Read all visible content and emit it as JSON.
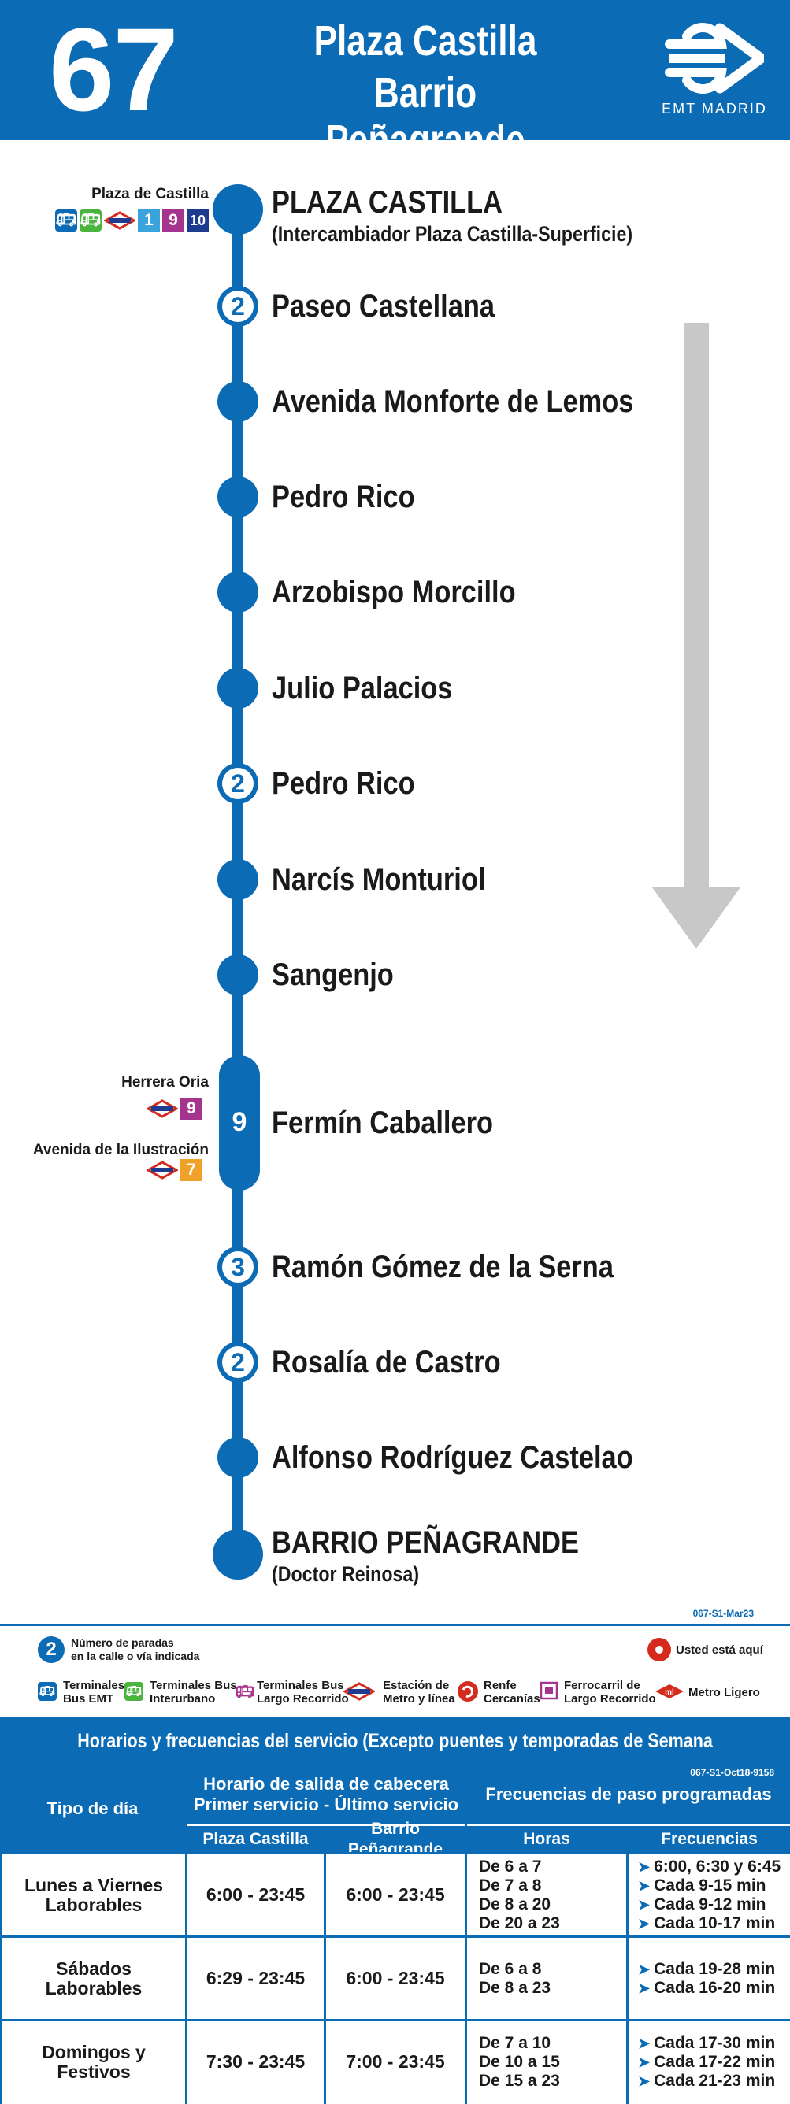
{
  "header": {
    "line_number": "67",
    "destination_1": "Plaza Castilla",
    "destination_2": "Barrio Peñagrande",
    "operator": "EMT MADRID"
  },
  "stops": [
    {
      "name": "PLAZA CASTILLA",
      "sub": "(Intercambiador Plaza Castilla-Superficie)"
    },
    {
      "name": "Paseo Castellana",
      "count": "2"
    },
    {
      "name": "Avenida Monforte de Lemos"
    },
    {
      "name": "Pedro Rico"
    },
    {
      "name": "Arzobispo Morcillo"
    },
    {
      "name": "Julio Palacios"
    },
    {
      "name": "Pedro Rico",
      "count": "2"
    },
    {
      "name": "Narcís Monturiol"
    },
    {
      "name": "Sangenjo"
    },
    {
      "name": "Fermín Caballero",
      "count": "9"
    },
    {
      "name": "Ramón Gómez de la Serna",
      "count": "3"
    },
    {
      "name": "Rosalía de Castro",
      "count": "2"
    },
    {
      "name": "Alfonso Rodríguez Castelao"
    },
    {
      "name": "BARRIO PEÑAGRANDE",
      "sub": "(Doctor Reinosa)"
    }
  ],
  "connections": {
    "plaza_castilla": {
      "label": "Plaza de Castilla",
      "lines": [
        "1",
        "9",
        "10"
      ]
    },
    "herrera_oria": {
      "label": "Herrera Oria",
      "lines": [
        "9"
      ]
    },
    "ilustracion": {
      "label": "Avenida de la Ilustración",
      "lines": [
        "7"
      ]
    }
  },
  "legend": {
    "ref": "067-S1-Mar23",
    "count_badge": "2",
    "count_text_1": "Número de paradas",
    "count_text_2": "en la calle o vía indicada",
    "you_are_here": "Usted está aquí",
    "items": [
      {
        "l1": "Terminales",
        "l2": "Bus EMT"
      },
      {
        "l1": "Terminales Bus",
        "l2": "Interurbano"
      },
      {
        "l1": "Terminales Bus",
        "l2": "Largo Recorrido"
      },
      {
        "l1": "Estación de",
        "l2": "Metro y línea"
      },
      {
        "l1": "Renfe",
        "l2": "Cercanías"
      },
      {
        "l1": "Ferrocarril de",
        "l2": "Largo Recorrido"
      },
      {
        "l1": "Metro Ligero",
        "l2": ""
      }
    ]
  },
  "timetable": {
    "title": "Horarios y frecuencias del servicio (Excepto puentes y temporadas de Semana Santa y Verano)",
    "ref": "067-S1-Oct18-9158",
    "col_day": "Tipo de día",
    "col_first_last_1": "Horario de salida de cabecera",
    "col_first_last_2": "Primer servicio - Último servicio",
    "col_origin": "Plaza Castilla",
    "col_dest": "Barrio Peñagrande",
    "col_freq": "Frecuencias de paso programadas",
    "col_hours": "Horas",
    "col_frequencies": "Frecuencias",
    "rows": [
      {
        "day_1": "Lunes a Viernes",
        "day_2": "Laborables",
        "origin": "6:00 - 23:45",
        "dest": "6:00 - 23:45",
        "hours": [
          "De  6 a 7",
          "De  7 a 8",
          "De  8 a 20",
          "De 20 a 23"
        ],
        "freqs": [
          "6:00, 6:30 y 6:45",
          "Cada 9-15 min",
          "Cada 9-12 min",
          "Cada 10-17 min"
        ]
      },
      {
        "day_1": "Sábados",
        "day_2": "Laborables",
        "origin": "6:29 - 23:45",
        "dest": "6:00 - 23:45",
        "hours": [
          "De  6 a 8",
          "De  8 a 23"
        ],
        "freqs": [
          "Cada 19-28 min",
          "Cada 16-20 min"
        ]
      },
      {
        "day_1": "Domingos y",
        "day_2": "Festivos",
        "origin": "7:30 - 23:45",
        "dest": "7:00 - 23:45",
        "hours": [
          "De  7 a 10",
          "De  10 a 15",
          "De  15 a 23"
        ],
        "freqs": [
          "Cada 17-30 min",
          "Cada 17-22 min",
          "Cada 21-23 min"
        ]
      }
    ]
  }
}
